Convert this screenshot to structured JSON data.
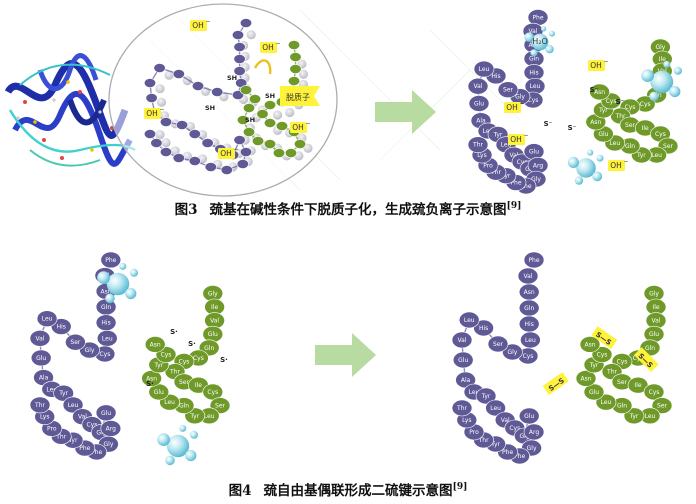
{
  "figure3": {
    "caption": {
      "number": "图3",
      "text": "巯基在碱性条件下脱质子化，生成巯负离子示意图",
      "ref": "[9]"
    },
    "labels": {
      "hydroxide": "OH",
      "deprotonation": "脱质子",
      "thiol": "SH",
      "water": "H₂O",
      "thiolate": "S"
    }
  },
  "figure4": {
    "caption": {
      "number": "图4",
      "text": "巯自由基偶联形成二硫键示意图",
      "ref": "[9]"
    },
    "labels": {
      "thiyl": "S·",
      "disulfide": "S—S"
    }
  },
  "chains": {
    "chain_a": [
      "Phe",
      "Val",
      "Asn",
      "Gln",
      "His",
      "Leu",
      "Cys",
      "Gly",
      "Ser",
      "His",
      "Leu",
      "Val",
      "Glu",
      "Ala",
      "Leu",
      "Tyr",
      "Leu",
      "Val",
      "Cys",
      "Gly",
      "Glu",
      "Arg",
      "Gly",
      "Phe",
      "Phe",
      "Tyr",
      "Thr",
      "Pro",
      "Lys",
      "Thr"
    ],
    "chain_b": [
      "Gly",
      "Ile",
      "Val",
      "Glu",
      "Gln",
      "Cys",
      "Cys",
      "Thr",
      "Ser",
      "Ile",
      "Cys",
      "Ser",
      "Leu",
      "Tyr",
      "Gln",
      "Leu",
      "Glu",
      "Asn",
      "Tyr",
      "Cys",
      "Asn"
    ]
  },
  "colors": {
    "chain_a": "#5f5a96",
    "chain_b": "#6f9a2a",
    "arrow": "#b7dba0",
    "label_highlight": "#fff23a",
    "bubble": "#8fd3e3"
  }
}
